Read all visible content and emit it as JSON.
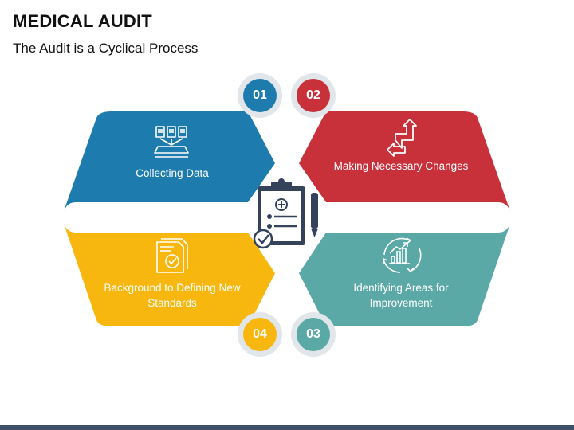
{
  "header": {
    "title": "MEDICAL AUDIT",
    "subtitle": "The Audit is a Cyclical Process"
  },
  "steps": [
    {
      "number": "01",
      "label": "Collecting Data",
      "color": "#1e7bad",
      "icon": "documents-icon"
    },
    {
      "number": "02",
      "label": "Making Necessary Changes",
      "color": "#c8303a",
      "icon": "arrows-exchange-icon"
    },
    {
      "number": "03",
      "label": "Identifying Areas for Improvement",
      "color": "#5aa9a7",
      "icon": "growth-chart-icon"
    },
    {
      "number": "04",
      "label": "Background to Defining New Standards",
      "color": "#f7b70f",
      "icon": "document-check-icon"
    }
  ],
  "center_icon": "medical-clipboard-icon",
  "colors": {
    "badge_ring": "#e1e6ea",
    "icon_dark": "#34435a",
    "bottom_bar": "#3e5168"
  }
}
